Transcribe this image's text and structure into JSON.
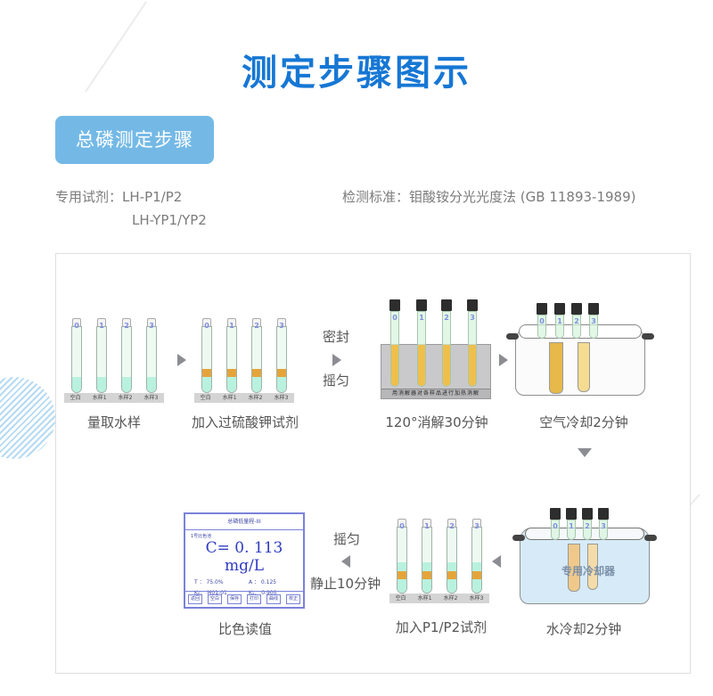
{
  "page": {
    "title": "测定步骤图示",
    "section_badge": "总磷测定步骤",
    "reagent_label": "专用试剂：",
    "reagents": [
      "LH-P1/P2",
      "LH-YP1/YP2"
    ],
    "standard_label": "检测标准：",
    "standard_value": "钼酸铵分光光度法 (GB 11893-1989)"
  },
  "colors": {
    "title": "#1677d4",
    "badge_bg": "#74b9e6",
    "arrow": "#8b8d92",
    "liquid": "#b9f1df",
    "reagent_band": "#e5a43a",
    "digest_liquid": "#efbf4c",
    "screen_border": "#7a82d9"
  },
  "tube_numbers": [
    "0",
    "1",
    "2",
    "3"
  ],
  "rack_labels": [
    "空白",
    "水样1",
    "水样2",
    "水样3"
  ],
  "steps": [
    {
      "label": "量取水样"
    },
    {
      "label": "加入过硫酸钾试剂"
    },
    {
      "label": "120°消解30分钟",
      "pre_text_top": "密封",
      "pre_text_bottom": "摇匀",
      "block_caption": "用消解器对各样品进行加热消解"
    },
    {
      "label": "空气冷却2分钟"
    },
    {
      "label": "水冷却2分钟",
      "watermark": "专用冷却器"
    },
    {
      "label": "加入P1/P2试剂"
    },
    {
      "label": "比色读值",
      "pre_text_top": "摇匀",
      "pre_text_bottom": "静止10分钟"
    }
  ],
  "screen": {
    "header": "总磷低量程-III",
    "subtitle": "1号比色池",
    "value": "C= 0. 113  mg/L",
    "t_label": "T ： 75.0%",
    "a_label": "A ： 0.125",
    "k0_label": "K₀： M01-01",
    "k1_label": "K₁： 0.900",
    "buttons": [
      "返回",
      "空白",
      "保存",
      "打印",
      "曲线",
      "校正"
    ]
  }
}
